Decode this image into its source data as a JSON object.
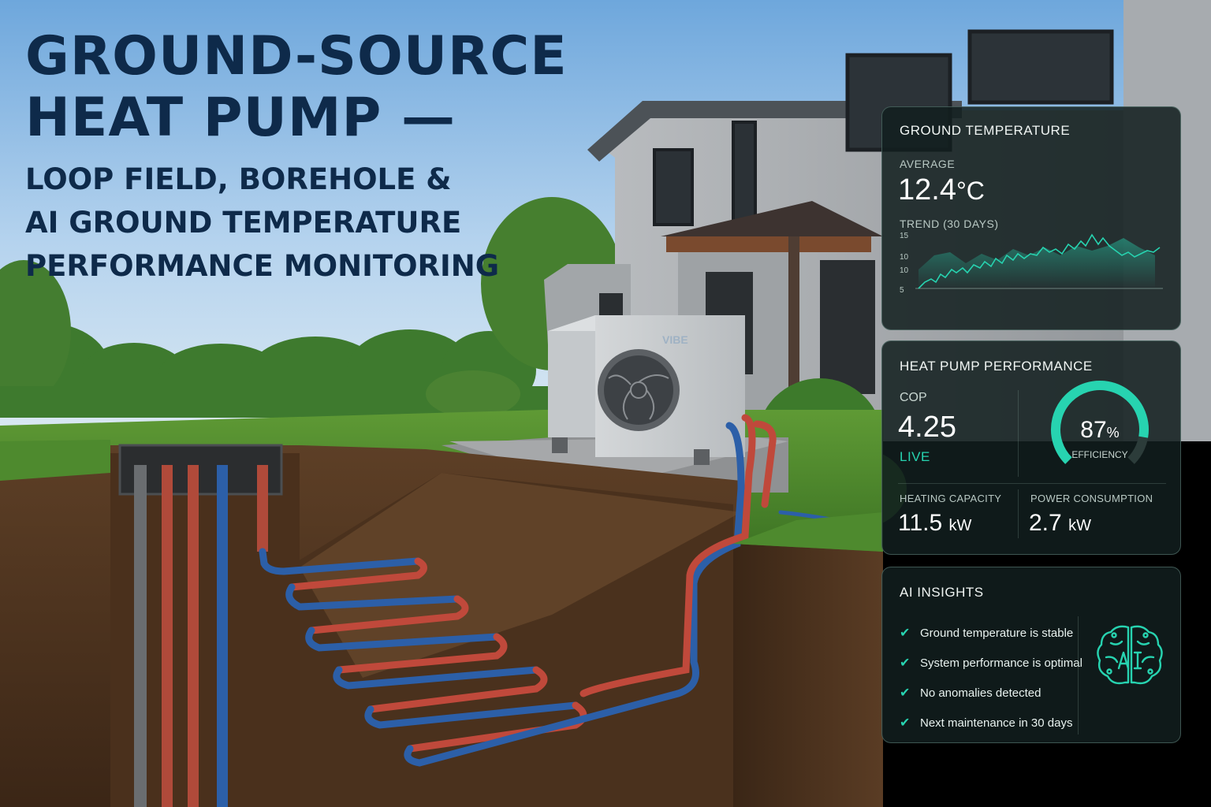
{
  "title": {
    "line1": "GROUND-SOURCE",
    "line2": "HEAT PUMP —",
    "sub1": "LOOP FIELD, BOREHOLE &",
    "sub2": "AI GROUND TEMPERATURE",
    "sub3": "PERFORMANCE MONITORING"
  },
  "unit_badge": "VIBE",
  "ground_temperature": {
    "heading": "GROUND TEMPERATURE",
    "average_label": "AVERAGE",
    "average_value": "12.4",
    "average_unit": "°C",
    "trend_label": "TREND (30 DAYS)",
    "y_ticks": [
      "15",
      "10",
      "10",
      "5"
    ]
  },
  "heat_pump_performance": {
    "heading": "HEAT PUMP PERFORMANCE",
    "cop_label": "COP",
    "cop_value": "4.25",
    "cop_status": "LIVE",
    "efficiency_value": "87",
    "efficiency_unit": "%",
    "efficiency_label": "EFFICIENCY",
    "efficiency_fraction": 0.87,
    "heating_capacity_label": "HEATING CAPACITY",
    "heating_capacity_value": "11.5",
    "heating_capacity_unit": "kW",
    "power_consumption_label": "POWER CONSUMPTION",
    "power_consumption_value": "2.7",
    "power_consumption_unit": "kW"
  },
  "ai_insights": {
    "heading": "AI INSIGHTS",
    "items": [
      "Ground temperature is stable",
      "System performance is optimal",
      "No anomalies detected",
      "Next maintenance in 30 days"
    ]
  },
  "icons": {
    "check": "check-icon",
    "brain": "ai-brain-icon",
    "fan": "fan-icon"
  },
  "colors": {
    "accent": "#27d3b0",
    "title": "#0e2a4a",
    "panel_bg": "#121e1e",
    "pipe_red": "#c0493b",
    "pipe_blue": "#2c5fa8"
  }
}
